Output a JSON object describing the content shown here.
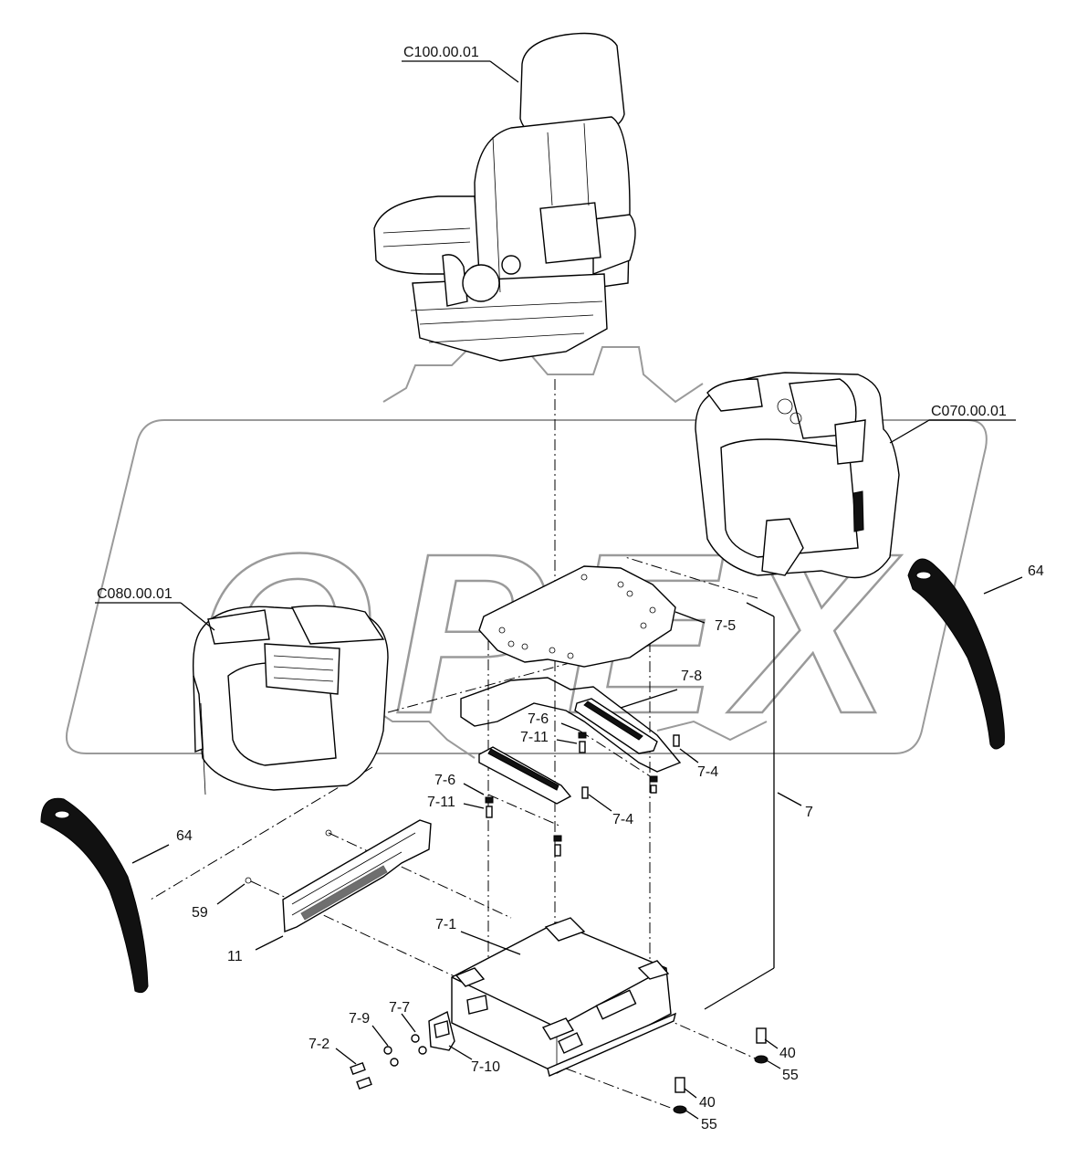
{
  "labels": {
    "c100": "C100.00.01",
    "c070": "C070.00.01",
    "c080": "C080.00.01",
    "l64a": "64",
    "l64b": "64",
    "l75": "7-5",
    "l78": "7-8",
    "l76a": "7-6",
    "l711a": "7-11",
    "l74a": "7-4",
    "l76b": "7-6",
    "l711b": "7-11",
    "l74b": "7-4",
    "l7": "7",
    "l59": "59",
    "l11": "11",
    "l71": "7-1",
    "l79": "7-9",
    "l77": "7-7",
    "l72": "7-2",
    "l710": "7-10",
    "l40a": "40",
    "l55a": "55",
    "l40b": "40",
    "l55b": "55"
  },
  "watermark": {
    "text": "OPEX"
  }
}
